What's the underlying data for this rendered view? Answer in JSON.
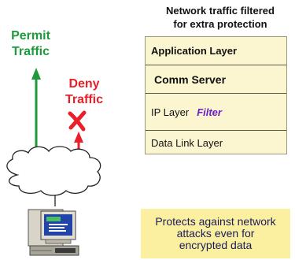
{
  "labels": {
    "permit": [
      "Permit",
      "Traffic"
    ],
    "deny": [
      "Deny",
      "Traffic"
    ]
  },
  "stack": {
    "title": [
      "Network traffic filtered",
      "for extra protection"
    ],
    "layers": {
      "application": "Application Layer",
      "comm_server": "Comm Server",
      "ip": "IP Layer",
      "filter": "Filter",
      "data_link": "Data Link Layer"
    }
  },
  "callout": [
    "Protects against network",
    "attacks even for",
    "encrypted data"
  ],
  "colors": {
    "permit": "#1f9a3a",
    "deny": "#e8202a",
    "filter": "#6a1ec8",
    "stack_fill": "#fcf6d0",
    "callout_fill": "#faf0a0"
  },
  "icons": [
    "up-arrow-icon",
    "deny-x-icon",
    "cloud-icon",
    "computer-icon"
  ]
}
